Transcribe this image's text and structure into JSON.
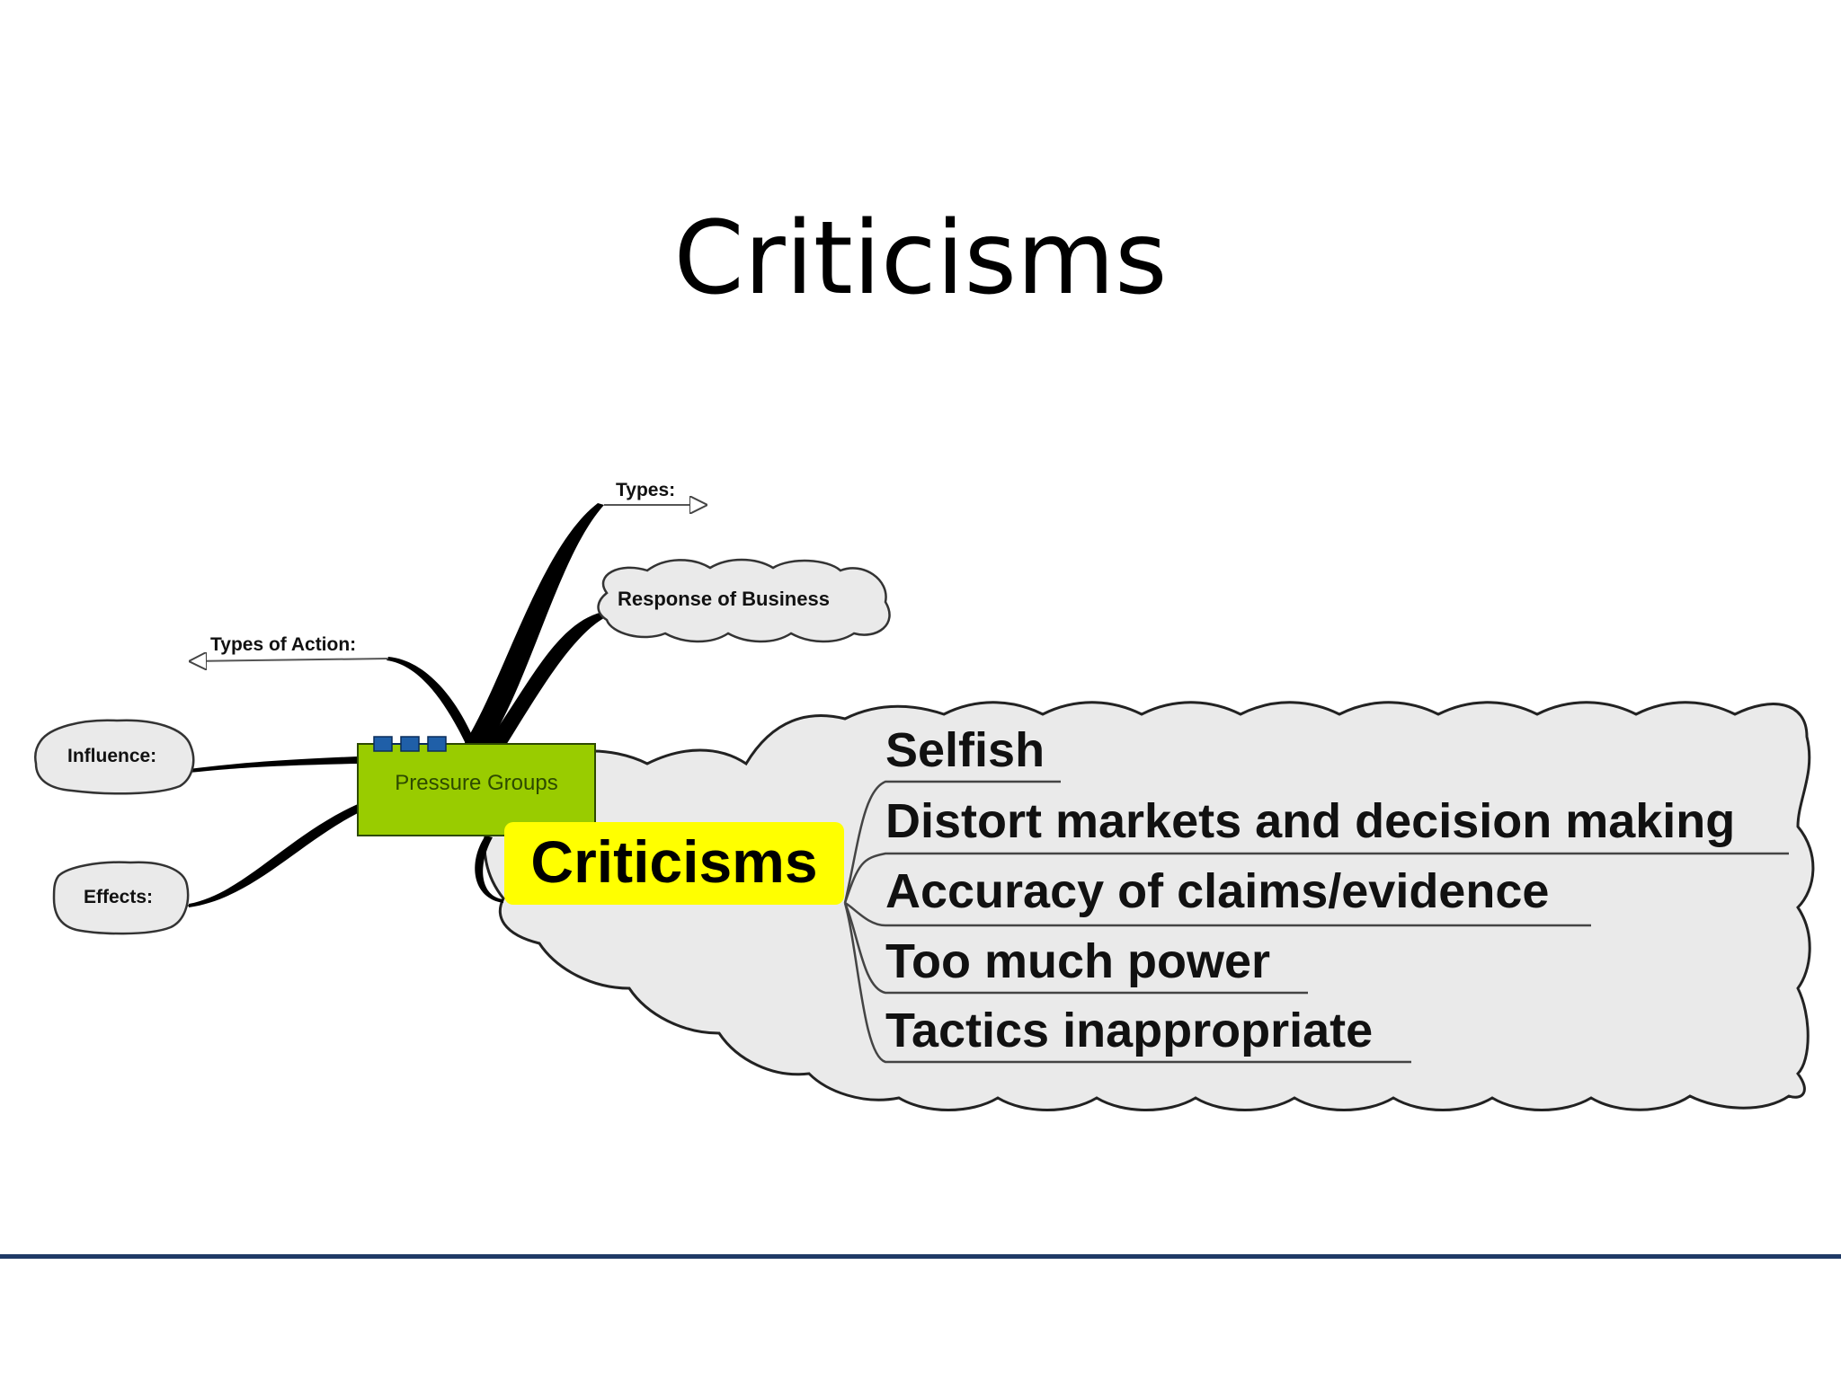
{
  "slide": {
    "title": "Criticisms"
  },
  "mindmap": {
    "central_topic": "Pressure Groups",
    "branches": {
      "types": "Types:",
      "response": "Response of Business",
      "types_of_action": "Types of Action:",
      "influence": "Influence:",
      "effects": "Effects:",
      "criticisms": "Criticisms"
    },
    "criticisms_items": [
      "Selfish",
      "Distort markets and decision making",
      "Accuracy of claims/evidence",
      "Too much power",
      "Tactics inappropriate"
    ],
    "colors": {
      "central_fill": "#99cc00",
      "central_text": "#2d4a00",
      "highlight": "#ffff00",
      "cloud_fill": "#eaeaea",
      "node_markers": "#1f5fa8",
      "footer_rule": "#1f3a66"
    }
  }
}
